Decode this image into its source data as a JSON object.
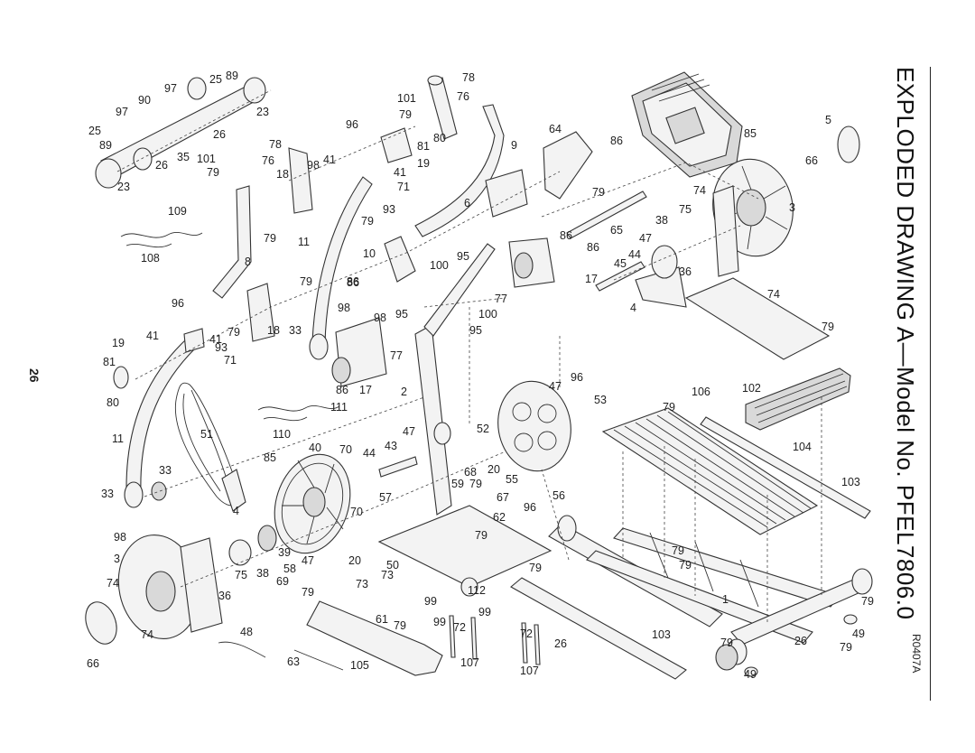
{
  "page": {
    "title": "EXPLODED DRAWING A—Model No. PFEL7806.0",
    "page_number": "26",
    "drawing_code": "R0407A"
  },
  "callouts": [
    {
      "text": "25"
    },
    {
      "text": "89"
    },
    {
      "text": "97"
    },
    {
      "text": "90"
    },
    {
      "text": "97"
    },
    {
      "text": "23"
    },
    {
      "text": "25"
    },
    {
      "text": "26"
    },
    {
      "text": "89"
    },
    {
      "text": "78"
    },
    {
      "text": "35"
    },
    {
      "text": "101"
    },
    {
      "text": "76"
    },
    {
      "text": "26"
    },
    {
      "text": "79"
    },
    {
      "text": "23"
    },
    {
      "text": "109"
    },
    {
      "text": "108"
    },
    {
      "text": "8"
    },
    {
      "text": "18"
    },
    {
      "text": "79"
    },
    {
      "text": "79"
    },
    {
      "text": "96"
    },
    {
      "text": "41"
    },
    {
      "text": "79"
    },
    {
      "text": "18"
    },
    {
      "text": "19"
    },
    {
      "text": "41"
    },
    {
      "text": "93"
    },
    {
      "text": "81"
    },
    {
      "text": "71"
    },
    {
      "text": "80"
    },
    {
      "text": "11"
    },
    {
      "text": "51"
    },
    {
      "text": "11"
    },
    {
      "text": "33"
    },
    {
      "text": "33"
    },
    {
      "text": "98"
    },
    {
      "text": "3"
    },
    {
      "text": "74"
    },
    {
      "text": "74"
    },
    {
      "text": "66"
    },
    {
      "text": "4"
    },
    {
      "text": "36"
    },
    {
      "text": "75"
    },
    {
      "text": "38"
    },
    {
      "text": "39"
    },
    {
      "text": "48"
    },
    {
      "text": "63"
    },
    {
      "text": "105"
    },
    {
      "text": "85"
    },
    {
      "text": "40"
    },
    {
      "text": "70"
    },
    {
      "text": "44"
    },
    {
      "text": "43"
    },
    {
      "text": "70"
    },
    {
      "text": "57"
    },
    {
      "text": "58"
    },
    {
      "text": "69"
    },
    {
      "text": "47"
    },
    {
      "text": "20"
    },
    {
      "text": "79"
    },
    {
      "text": "50"
    },
    {
      "text": "73"
    },
    {
      "text": "73"
    },
    {
      "text": "61"
    },
    {
      "text": "79"
    },
    {
      "text": "99"
    },
    {
      "text": "72"
    },
    {
      "text": "107"
    },
    {
      "text": "112"
    },
    {
      "text": "99"
    },
    {
      "text": "99"
    },
    {
      "text": "72"
    },
    {
      "text": "107"
    },
    {
      "text": "101"
    },
    {
      "text": "78"
    },
    {
      "text": "76"
    },
    {
      "text": "79"
    },
    {
      "text": "96"
    },
    {
      "text": "81"
    },
    {
      "text": "80"
    },
    {
      "text": "98"
    },
    {
      "text": "41"
    },
    {
      "text": "19"
    },
    {
      "text": "41"
    },
    {
      "text": "71"
    },
    {
      "text": "93"
    },
    {
      "text": "79"
    },
    {
      "text": "9"
    },
    {
      "text": "6"
    },
    {
      "text": "10"
    },
    {
      "text": "86"
    },
    {
      "text": "100"
    },
    {
      "text": "95"
    },
    {
      "text": "33"
    },
    {
      "text": "98"
    },
    {
      "text": "98"
    },
    {
      "text": "95"
    },
    {
      "text": "100"
    },
    {
      "text": "95"
    },
    {
      "text": "77"
    },
    {
      "text": "77"
    },
    {
      "text": "86"
    },
    {
      "text": "86"
    },
    {
      "text": "17"
    },
    {
      "text": "111"
    },
    {
      "text": "110"
    },
    {
      "text": "2"
    },
    {
      "text": "47"
    },
    {
      "text": "52"
    },
    {
      "text": "68"
    },
    {
      "text": "59"
    },
    {
      "text": "79"
    },
    {
      "text": "20"
    },
    {
      "text": "55"
    },
    {
      "text": "67"
    },
    {
      "text": "96"
    },
    {
      "text": "62"
    },
    {
      "text": "56"
    },
    {
      "text": "47"
    },
    {
      "text": "96"
    },
    {
      "text": "53"
    },
    {
      "text": "79"
    },
    {
      "text": "64"
    },
    {
      "text": "86"
    },
    {
      "text": "79"
    },
    {
      "text": "86"
    },
    {
      "text": "65"
    },
    {
      "text": "86"
    },
    {
      "text": "17"
    },
    {
      "text": "45"
    },
    {
      "text": "44"
    },
    {
      "text": "47"
    },
    {
      "text": "38"
    },
    {
      "text": "75"
    },
    {
      "text": "36"
    },
    {
      "text": "4"
    },
    {
      "text": "85"
    },
    {
      "text": "5"
    },
    {
      "text": "66"
    },
    {
      "text": "74"
    },
    {
      "text": "3"
    },
    {
      "text": "74"
    },
    {
      "text": "79"
    },
    {
      "text": "106"
    },
    {
      "text": "102"
    },
    {
      "text": "79"
    },
    {
      "text": "104"
    },
    {
      "text": "103"
    },
    {
      "text": "79"
    },
    {
      "text": "79"
    },
    {
      "text": "1"
    },
    {
      "text": "79"
    },
    {
      "text": "49"
    },
    {
      "text": "26"
    },
    {
      "text": "79"
    },
    {
      "text": "79"
    },
    {
      "text": "49"
    },
    {
      "text": "26"
    },
    {
      "text": "103"
    },
    {
      "text": "79"
    },
    {
      "text": "79"
    },
    {
      "text": "79"
    }
  ]
}
